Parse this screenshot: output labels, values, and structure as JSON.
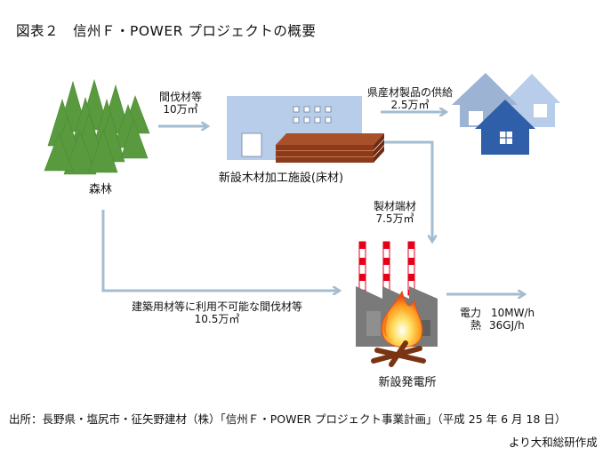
{
  "title": "図表２　信州Ｆ・POWER プロジェクトの概要",
  "nodes": {
    "forest": "森林",
    "sawmill": "新設木材加工施設(床材)",
    "power_plant": "新設発電所"
  },
  "flows": {
    "thinned_timber": {
      "line1": "間伐材等",
      "line2": "10万㎥"
    },
    "products": {
      "line1": "県産材製品の供給",
      "line2": "2.5万㎥"
    },
    "mill_ends": {
      "line1": "製材端材",
      "line2": "7.5万㎥"
    },
    "unusable": {
      "line1": "建築用材等に利用不可能な間伐材等",
      "line2": "10.5万㎥"
    },
    "output": {
      "label_power": "電力",
      "value_power": "10MW/h",
      "label_heat": "熱",
      "value_heat": "36GJ/h"
    }
  },
  "source_note": "出所：長野県・塩尻市・征矢野建材（株）「信州Ｆ・POWER プロジェクト事業計画」（平成 25 年 6 月 18 日）",
  "credit": "より大和総研作成",
  "colors": {
    "arrow": "#a3bcd0",
    "tree": "#5a9a3e",
    "trunk": "#8a4b1e",
    "building": "#b8cdea",
    "lumber": "#8b3a1c",
    "house_dark": "#2f5fa8",
    "house_light": "#9db3d3",
    "factory": "#7a7a7a",
    "chimney_red": "#e4001b"
  }
}
